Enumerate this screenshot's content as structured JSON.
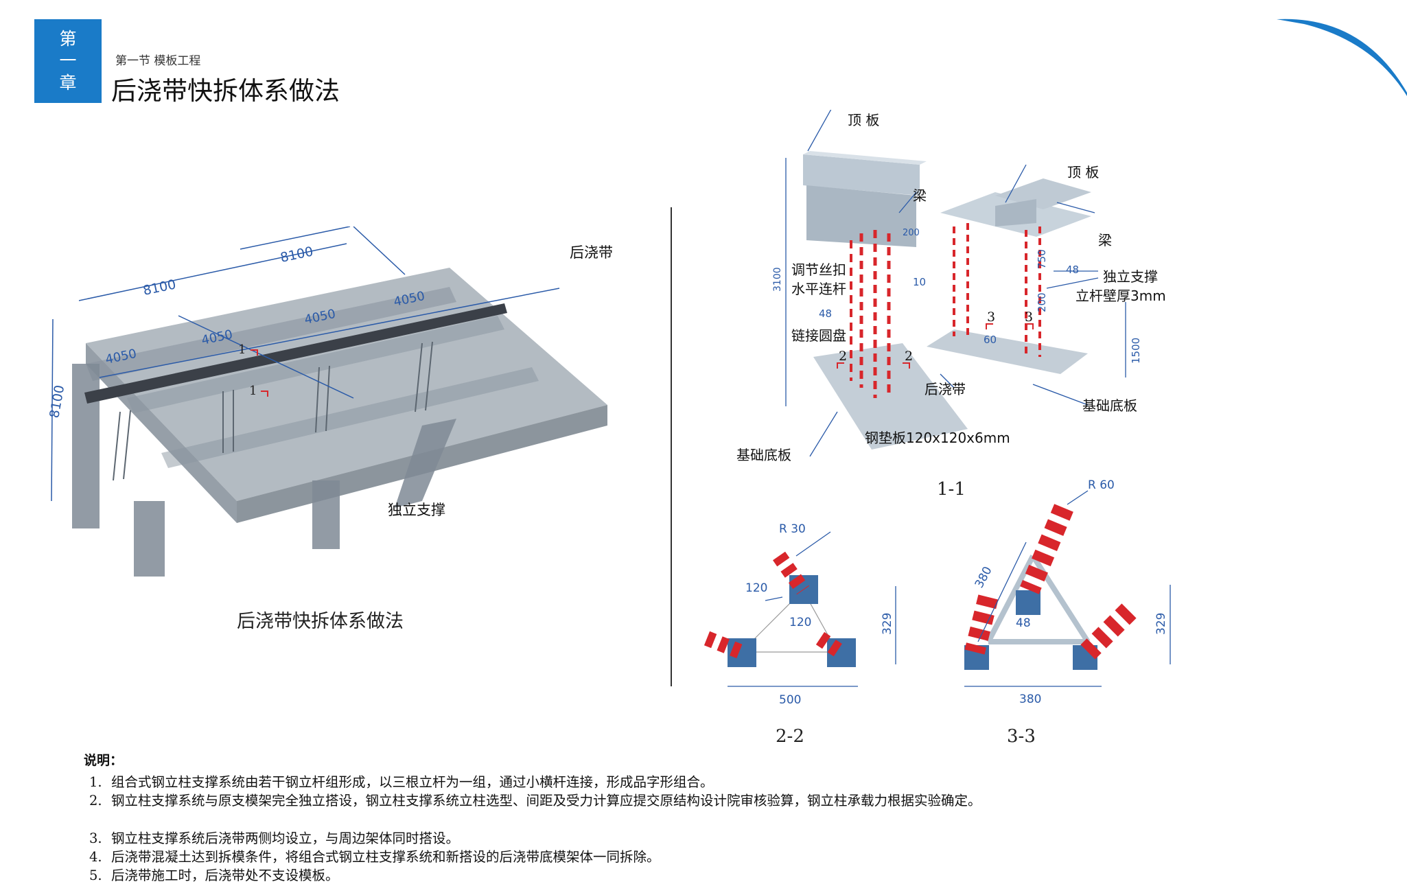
{
  "header": {
    "chapter_chars": [
      "第",
      "一",
      "章"
    ],
    "section": "第一节  模板工程",
    "title": "后浇带快拆体系做法"
  },
  "left_figure": {
    "dims": {
      "top_total": "8100",
      "top_right_total": "8100",
      "left_side": "8100",
      "span_a": "4050",
      "span_b": "4050",
      "span_c": "4050",
      "span_d": "4050"
    },
    "labels": {
      "post_cast_strip": "后浇带",
      "independent_support": "独立支撑",
      "section_mark": "1"
    },
    "caption": "后浇带快拆体系做法"
  },
  "section_1_1": {
    "labels": {
      "roof_slab_1": "顶 板",
      "roof_slab_2": "顶 板",
      "beam_1": "梁",
      "beam_2": "梁",
      "adjust_screw": "调节丝扣",
      "horizontal_bar": "水平连杆",
      "link_disc": "链接圆盘",
      "independent_support": "独立支撑",
      "pole_thickness": "立杆壁厚3mm",
      "post_cast_strip": "后浇带",
      "foundation_1": "基础底板",
      "foundation_2": "基础底板",
      "steel_plate": "钢垫板120x120x6mm"
    },
    "dims": {
      "height": "3100",
      "d200_top": "200",
      "d10": "10",
      "d48_left": "48",
      "d750": "750",
      "d48_right": "48",
      "d200_right": "200",
      "d60": "60",
      "d1500": "1500"
    },
    "marks": {
      "m2a": "2",
      "m2b": "2",
      "m3a": "3",
      "m3b": "3"
    },
    "caption": "1-1"
  },
  "section_2_2": {
    "dims": {
      "radius": "R 30",
      "d120_a": "120",
      "d120_b": "120",
      "height": "329",
      "width": "500"
    },
    "caption": "2-2"
  },
  "section_3_3": {
    "dims": {
      "radius": "R 60",
      "side": "380",
      "d48": "48",
      "height": "329",
      "width": "380"
    },
    "caption": "3-3"
  },
  "notes": {
    "heading": "说明：",
    "items": [
      {
        "num": "1.",
        "text": "组合式钢立柱支撑系统由若干钢立杆组形成，以三根立杆为一组，通过小横杆连接，形成品字形组合。"
      },
      {
        "num": "2.",
        "text": "钢立柱支撑系统与原支模架完全独立搭设，钢立柱支撑系统立柱选型、间距及受力计算应提交原结构设计院审核验算，钢立柱承载力根据实验确定。"
      },
      {
        "num": "3.",
        "text": "钢立柱支撑系统后浇带两侧均设立，与周边架体同时搭设。"
      },
      {
        "num": "4.",
        "text": "后浇带混凝土达到拆模条件，将组合式钢立柱支撑系统和新搭设的后浇带底模架体一同拆除。"
      },
      {
        "num": "5.",
        "text": "后浇带施工时，后浇带处不支设模板。"
      }
    ]
  },
  "colors": {
    "brand_blue": "#1a7bc8",
    "dim_blue": "#2a5aa8",
    "support_red": "#d8262b",
    "concrete": "#b9c6d2"
  }
}
